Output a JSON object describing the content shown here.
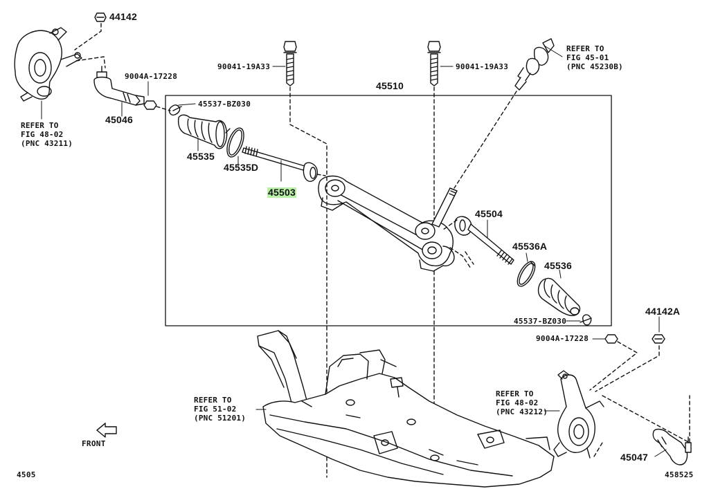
{
  "colors": {
    "ink": "#111111",
    "highlight": "#b9f0a8",
    "background": "#ffffff"
  },
  "parts": {
    "p44142": "44142",
    "p9004a_left": "9004A-17228",
    "p45046": "45046",
    "p45537_left": "45537-BZ030",
    "p45535": "45535",
    "p45535d": "45535D",
    "p45503": "45503",
    "p90041_left": "90041-19A33",
    "p45510": "45510",
    "p90041_right": "90041-19A33",
    "p45504": "45504",
    "p45536a": "45536A",
    "p45536": "45536",
    "p45537_right": "45537-BZ030",
    "p9004a_right": "9004A-17228",
    "p44142a": "44142A",
    "p45047": "45047"
  },
  "refs": {
    "knuckle_left": [
      "REFER TO",
      "FIG 48-02",
      "(PNC 43211)"
    ],
    "steering_shaft": [
      "REFER TO",
      "FIG 45-01",
      "(PNC 45230B)"
    ],
    "crossmember": [
      "REFER TO",
      "FIG 51-02",
      "(PNC 51201)"
    ],
    "knuckle_right": [
      "REFER TO",
      "FIG 48-02",
      "(PNC 43212)"
    ]
  },
  "front_label": "FRONT",
  "footer": {
    "left_code": "4505",
    "right_code": "458525"
  },
  "highlighted_part": "45503"
}
